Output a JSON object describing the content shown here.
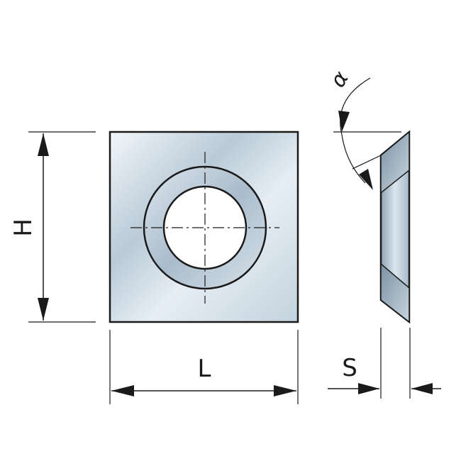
{
  "labels": {
    "height": "H",
    "length": "L",
    "thickness": "S",
    "angle": "α"
  },
  "colors": {
    "line": "#1a1a1a",
    "steel_light": "#e8f0f6",
    "steel_mid": "#b9cad7",
    "steel_dark": "#8fa3b3"
  }
}
